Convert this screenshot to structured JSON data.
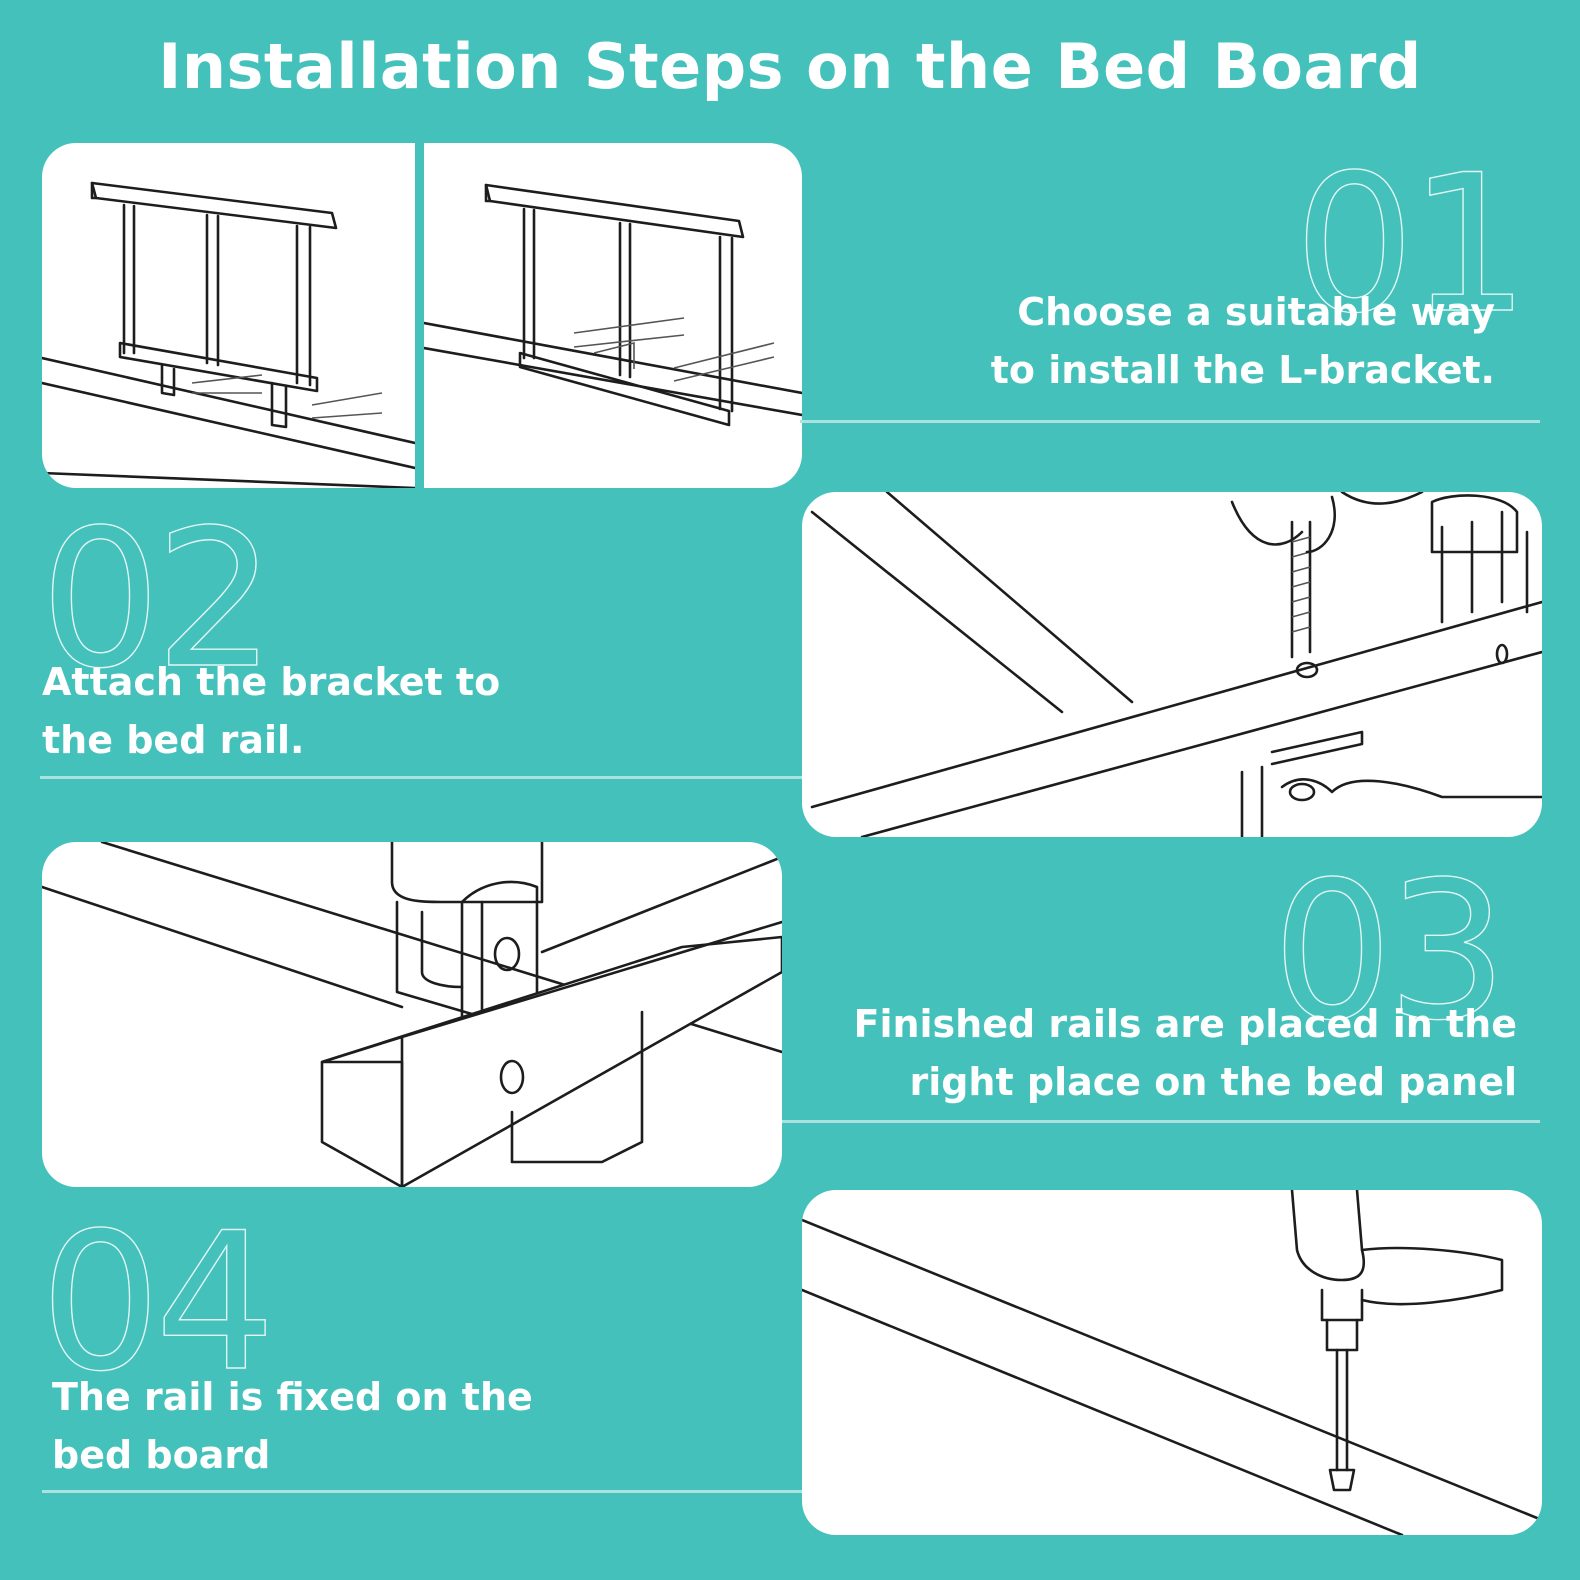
{
  "title": "Installation Steps on the Bed Board",
  "steps": [
    {
      "number": "01",
      "line1": "Choose a suitable way",
      "line2": "to install the L-bracket."
    },
    {
      "number": "02",
      "line1": "Attach the bracket to",
      "line2": "the bed rail."
    },
    {
      "number": "03",
      "line1": "Finished rails are placed in the",
      "line2": "right place on the bed panel"
    },
    {
      "number": "04",
      "line1": "The rail is fixed on the",
      "line2": "bed board"
    }
  ],
  "colors": {
    "background": "#45c1bb",
    "panel": "#ffffff",
    "text": "#ffffff",
    "line_art": "#1d1d1d"
  }
}
